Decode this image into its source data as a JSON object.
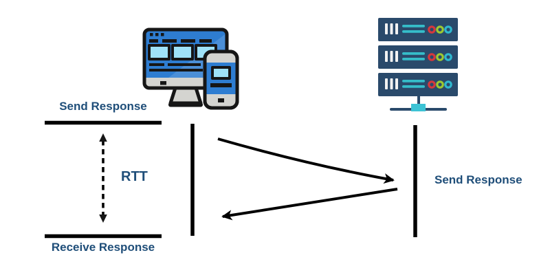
{
  "labels": {
    "client_send": "Send Response",
    "rtt": "RTT",
    "client_receive": "Receive Response",
    "server_send": "Send Response"
  },
  "icons": {
    "client": "desktop-monitor-and-smartphone",
    "server": "three-unit-server-rack-with-network-hub"
  },
  "colors": {
    "label_text": "#1f4e79",
    "diagram_line": "#000000",
    "client_blue": "#2e7dd1",
    "screen_cyan": "#9fe2f8",
    "device_gray": "#d4d4d0",
    "outline_black": "#161616",
    "server_navy": "#2a4a6b",
    "server_teal": "#35bdc9",
    "led_red": "#d5383d",
    "led_green": "#9dc931",
    "led_teal": "#2fb9cf",
    "hub_teal": "#3cc3d5"
  }
}
